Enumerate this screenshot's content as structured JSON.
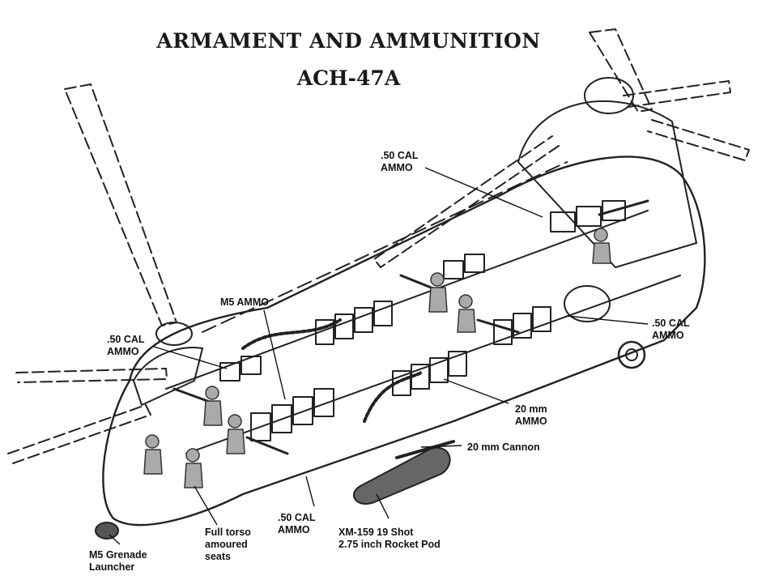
{
  "title": "ARMAMENT AND AMMUNITION",
  "subtitle": "ACH-47A",
  "labels": {
    "cal50_top": [
      ".50 CAL",
      "AMMO"
    ],
    "cal50_left": [
      ".50 CAL",
      "AMMO"
    ],
    "cal50_right": [
      ".50 CAL",
      "AMMO"
    ],
    "cal50_bottom": [
      ".50 CAL",
      "AMMO"
    ],
    "m5_ammo": "M5 AMMO",
    "mm20_ammo": [
      "20 mm",
      "AMMO"
    ],
    "mm20_cannon": "20 mm Cannon",
    "rocket_pod": [
      "XM-159  19 Shot",
      "2.75 inch Rocket Pod"
    ],
    "seats": [
      "Full torso",
      "amoured",
      "seats"
    ],
    "grenade": [
      "M5 Grenade",
      "Launcher"
    ]
  }
}
